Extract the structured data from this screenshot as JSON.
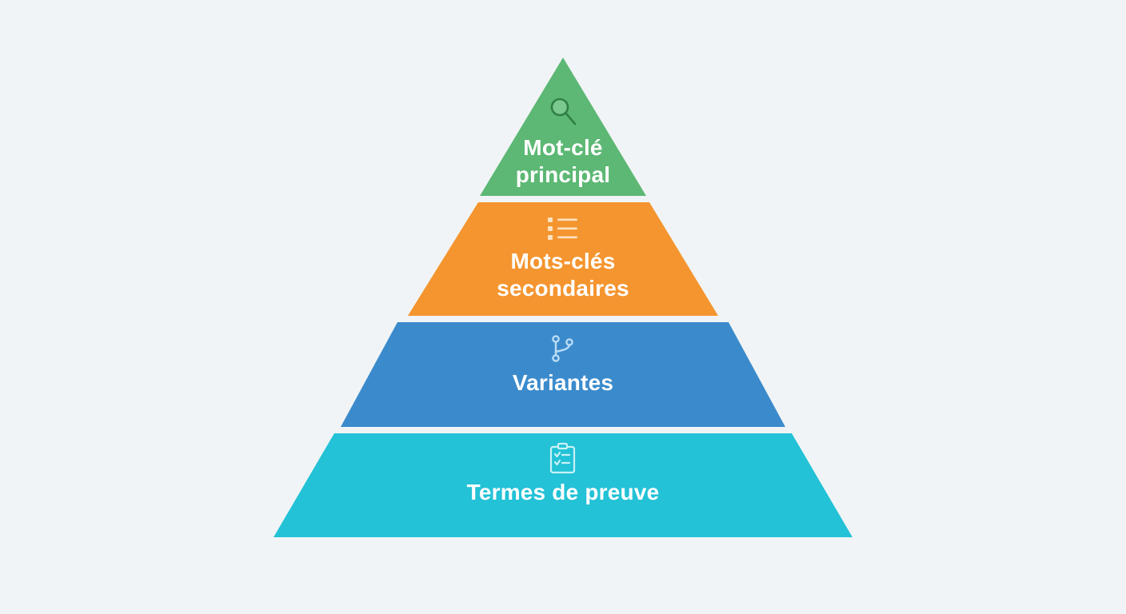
{
  "diagram": {
    "type": "pyramid",
    "background": "#f1f4f6",
    "layers": [
      {
        "level": 1,
        "label_line1": "Mot-clé",
        "label_line2": "principal",
        "icon": "search-icon",
        "color": "#5cb874",
        "icon_color": "#2f7f46"
      },
      {
        "level": 2,
        "label_line1": "Mots-clés",
        "label_line2": "secondaires",
        "icon": "list-icon",
        "color": "#f4952f",
        "icon_color": "#fde2c2"
      },
      {
        "level": 3,
        "label_line1": "Variantes",
        "label_line2": "",
        "icon": "branch-icon",
        "color": "#3b8bcc",
        "icon_color": "#bcdcf5"
      },
      {
        "level": 4,
        "label_line1": "Termes de preuve",
        "label_line2": "",
        "icon": "clipboard-check-icon",
        "color": "#23c2d6",
        "icon_color": "#c9f1f6"
      }
    ]
  }
}
